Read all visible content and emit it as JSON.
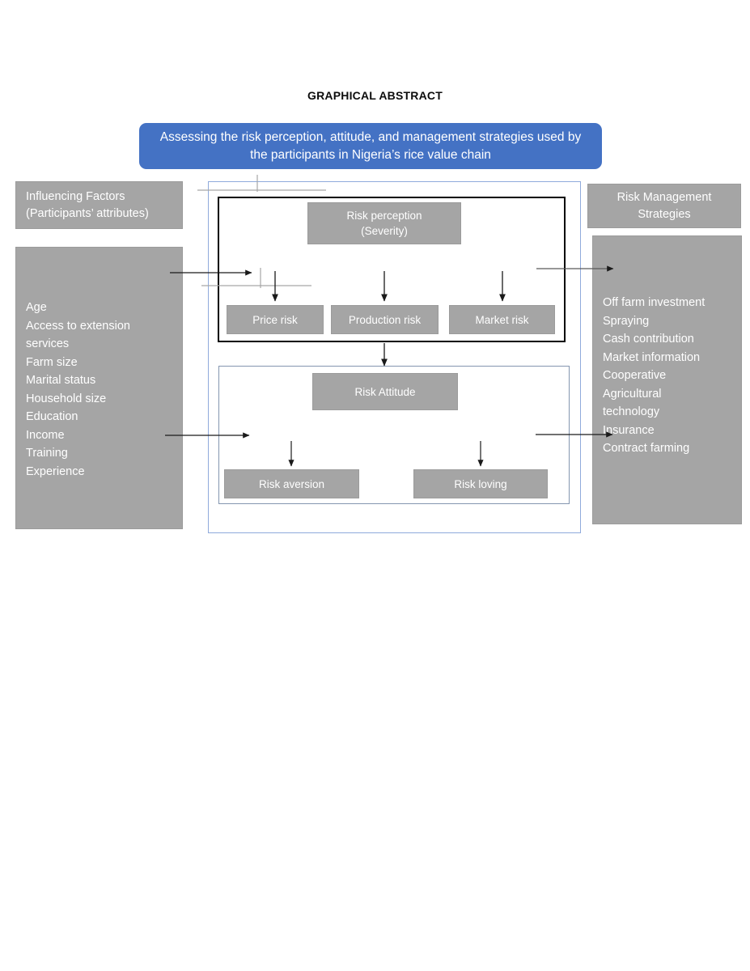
{
  "title": "GRAPHICAL ABSTRACT",
  "banner": {
    "text": "Assessing the risk perception, attitude, and management strategies used by the participants in Nigeria’s rice value chain",
    "color": "#4472C4"
  },
  "colors": {
    "box_gray": "#A5A5A5",
    "accent_blue": "#4472C4",
    "frame_blue": "#8faadc",
    "frame_black": "#000000",
    "text_white": "#ffffff"
  },
  "left_panel": {
    "header": "Influencing Factors\n(Participants’ attributes)",
    "items": [
      "Age",
      "Access to extension",
      "services",
      "Farm size",
      "Marital status",
      "Household size",
      "Education",
      "Income",
      "Training",
      "Experience"
    ],
    "items_text": "Age\nAccess to extension\nservices\nFarm size\nMarital status\nHousehold size\nEducation\nIncome\nTraining\nExperience"
  },
  "right_panel": {
    "header": "Risk Management\nStrategies",
    "items": [
      "Off farm investment",
      "Spraying",
      "Cash contribution",
      "Market information",
      "Cooperative",
      "Agricultural",
      "technology",
      "Insurance",
      "Contract farming"
    ],
    "items_text": "Off farm investment\nSpraying\nCash contribution\nMarket information\nCooperative\nAgricultural\ntechnology\nInsurance\nContract farming"
  },
  "center": {
    "perception": {
      "label": "Risk perception\n(Severity)",
      "line1": "Risk perception",
      "line2": "(Severity)",
      "children": [
        "Price risk",
        "Production risk",
        "Market risk"
      ]
    },
    "attitude": {
      "label": "Risk Attitude",
      "children": [
        "Risk aversion",
        "Risk loving"
      ]
    }
  }
}
